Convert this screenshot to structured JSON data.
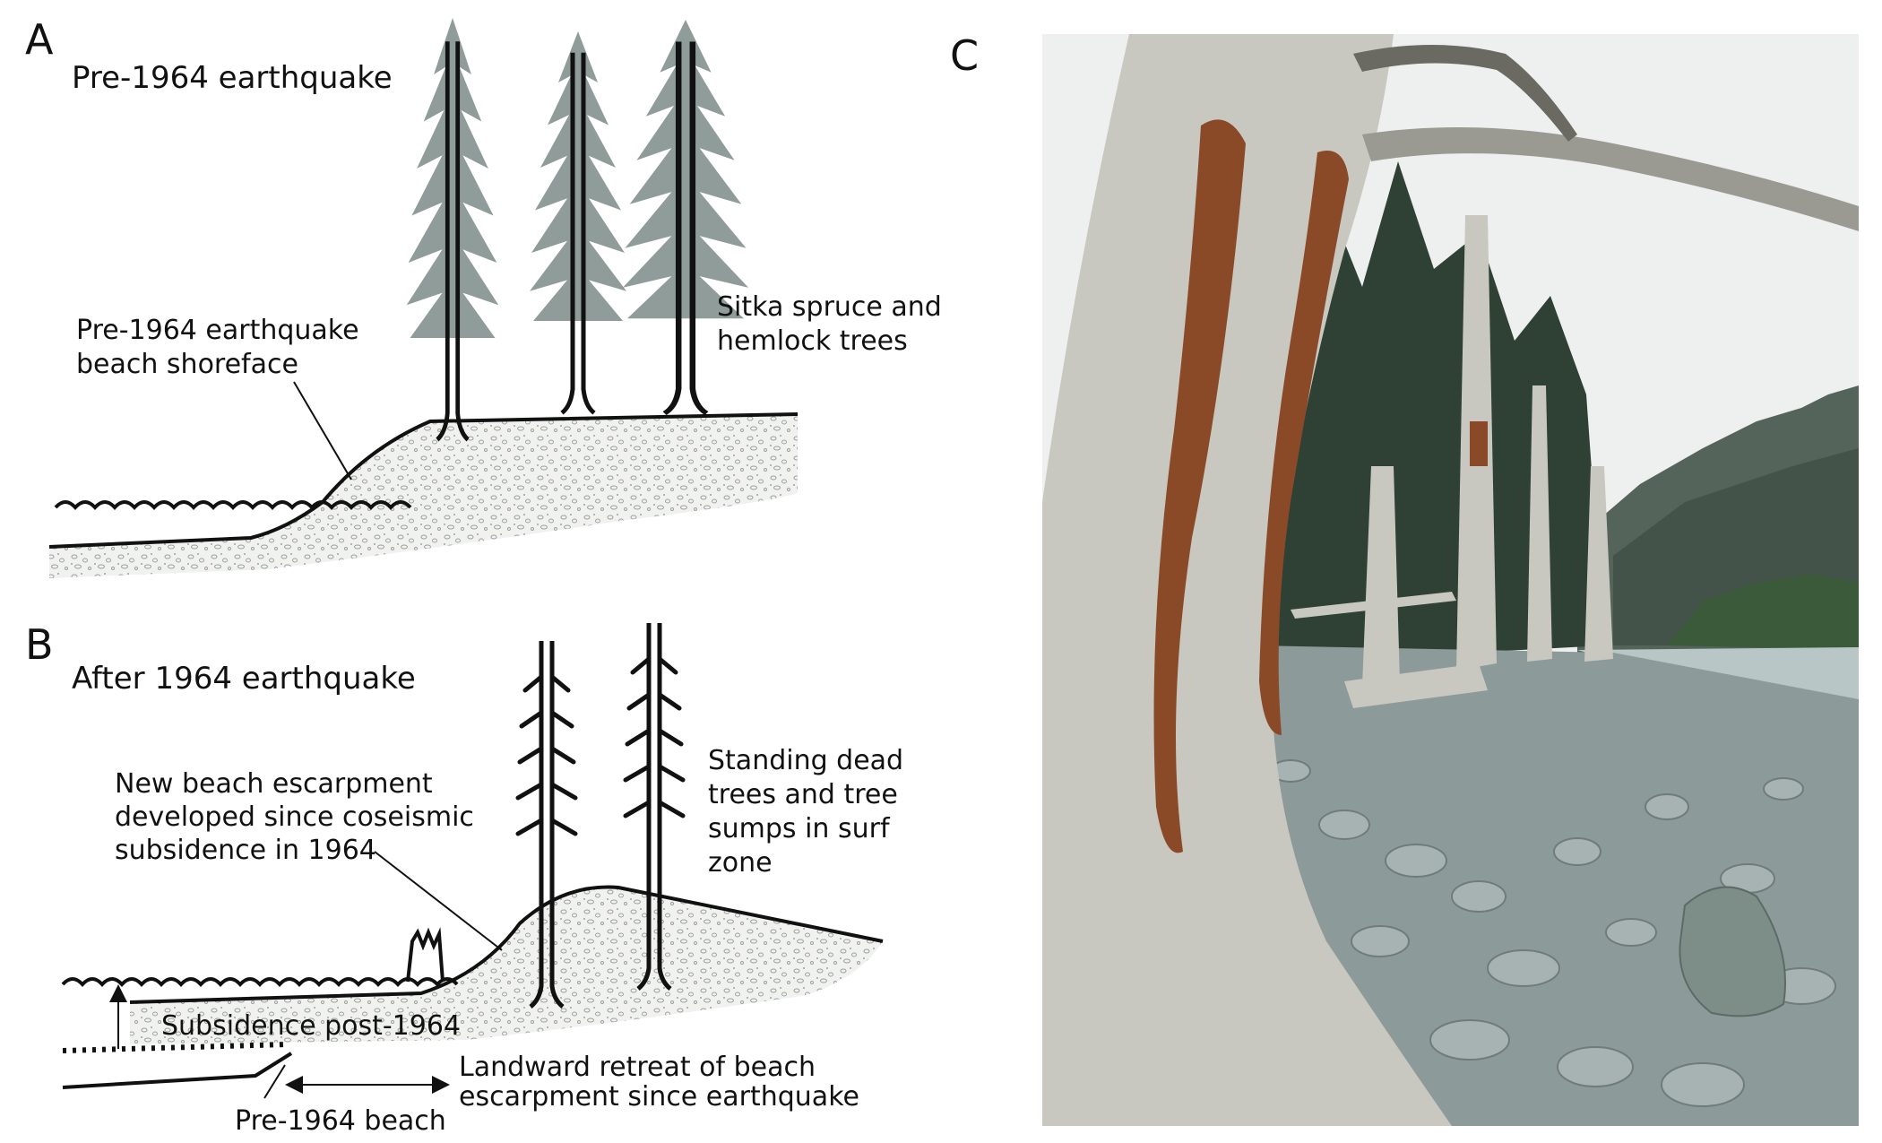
{
  "panels": {
    "a": {
      "letter": "A",
      "title": "Pre-1964 earthquake",
      "shoreface_label": [
        "Pre-1964 earthquake",
        "beach shoreface"
      ],
      "trees_label": [
        "Sitka spruce and",
        "hemlock trees"
      ]
    },
    "b": {
      "letter": "B",
      "title": "After 1964 earthquake",
      "escarpment_label": [
        "New beach escarpment",
        "developed since coseismic",
        "subsidence in 1964"
      ],
      "dead_trees_label": [
        "Standing dead",
        "trees and tree",
        "sumps in surf",
        "zone"
      ],
      "subsidence_label": "Subsidence post-1964",
      "retreat_label": [
        "Landward retreat of beach",
        "escarpment since earthquake"
      ],
      "old_beach_label": "Pre-1964 beach"
    },
    "c": {
      "letter": "C"
    }
  },
  "colors": {
    "tree_foliage": "#8f9c9a",
    "sediment_fill": "#f1f2ef",
    "sediment_dots": "#9aa3a0",
    "line": "#111111",
    "photo_sky": "#eef0ef",
    "photo_mountain": "#55645a",
    "photo_forest": "#2f4034",
    "photo_water": "#b9c6c6",
    "photo_cobbles": "#8c9a99",
    "photo_driftwood": "#c9c8c0",
    "photo_bark_stain": "#8a4a28"
  }
}
